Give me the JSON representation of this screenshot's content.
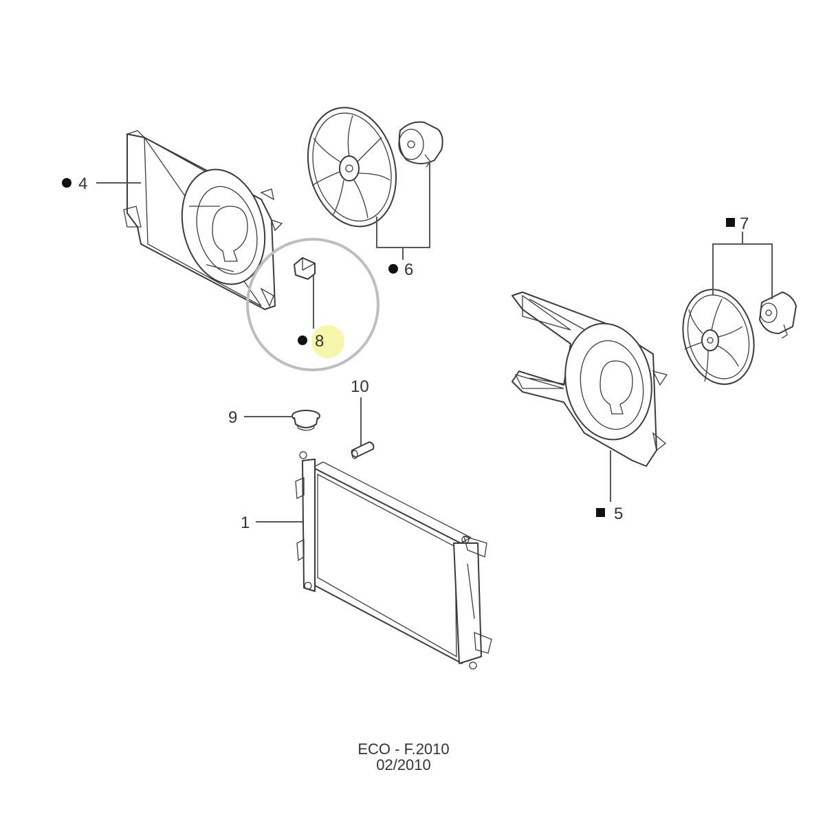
{
  "colors": {
    "line": "#3a3a3a",
    "highlight_ring": "#bdbdbd",
    "highlight_dot": "#f3f59a"
  },
  "callouts": [
    {
      "id": "1",
      "label": "1",
      "marker": "none"
    },
    {
      "id": "4",
      "label": "4",
      "marker": "dot"
    },
    {
      "id": "5",
      "label": "5",
      "marker": "square"
    },
    {
      "id": "6",
      "label": "6",
      "marker": "dot"
    },
    {
      "id": "7",
      "label": "7",
      "marker": "square"
    },
    {
      "id": "8",
      "label": "8",
      "marker": "dot",
      "highlighted": true
    },
    {
      "id": "9",
      "label": "9",
      "marker": "none"
    },
    {
      "id": "10",
      "label": "10",
      "marker": "none"
    }
  ],
  "footer": {
    "line1": "ECO - F.2010",
    "line2": "02/2010"
  }
}
